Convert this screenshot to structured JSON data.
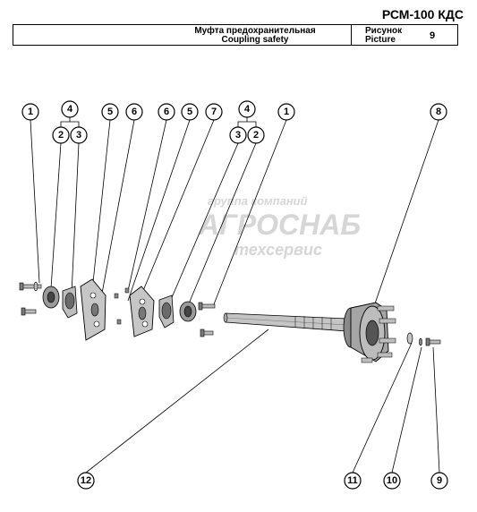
{
  "header": {
    "model_code": "РСМ-100 КДС",
    "title_ru": "Муфта предохранительная",
    "title_en": "Coupling safety",
    "picture_label_ru": "Рисунок",
    "picture_label_en": "Picture",
    "picture_number": "9"
  },
  "watermark": {
    "line1": "группа компаний",
    "line2": "АГРОСНАБ",
    "line3": "техсервис"
  },
  "callouts": [
    "1",
    "4",
    "2",
    "3",
    "5",
    "6",
    "6",
    "5",
    "7",
    "4",
    "3",
    "2",
    "1",
    "8",
    "12",
    "11",
    "10",
    "9"
  ],
  "colors": {
    "ink": "#000000",
    "part_fill": "#bdbdbd",
    "part_shade": "#7a7a7a",
    "watermark": "#d6d6d6"
  }
}
